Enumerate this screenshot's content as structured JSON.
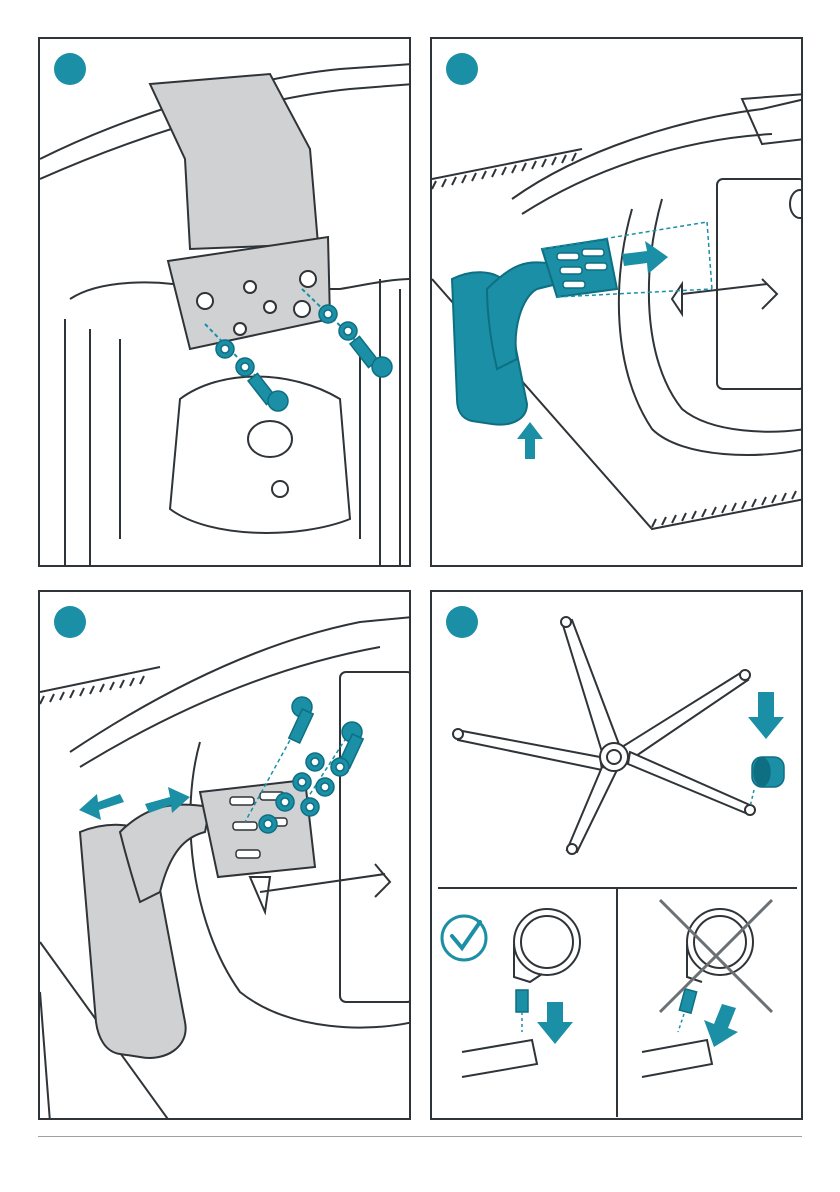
{
  "colors": {
    "accent": "#1a8fa5",
    "accent_dark": "#0e6f82",
    "line": "#2f3438",
    "gray_fill": "#cfd1d3",
    "panel_border": "#2f3438",
    "footer_rule": "#9aa0a4"
  },
  "steps": [
    {
      "panel": "backrest-bracket",
      "badge_icon": "step-badge"
    },
    {
      "panel": "armrest-slide-in",
      "badge_icon": "step-badge"
    },
    {
      "panel": "armrest-screws",
      "badge_icon": "step-badge"
    },
    {
      "panel": "base-casters",
      "badge_icon": "step-badge"
    }
  ],
  "casters": {
    "correct_icon": "check-icon",
    "wrong_icon": "cross-icon"
  }
}
